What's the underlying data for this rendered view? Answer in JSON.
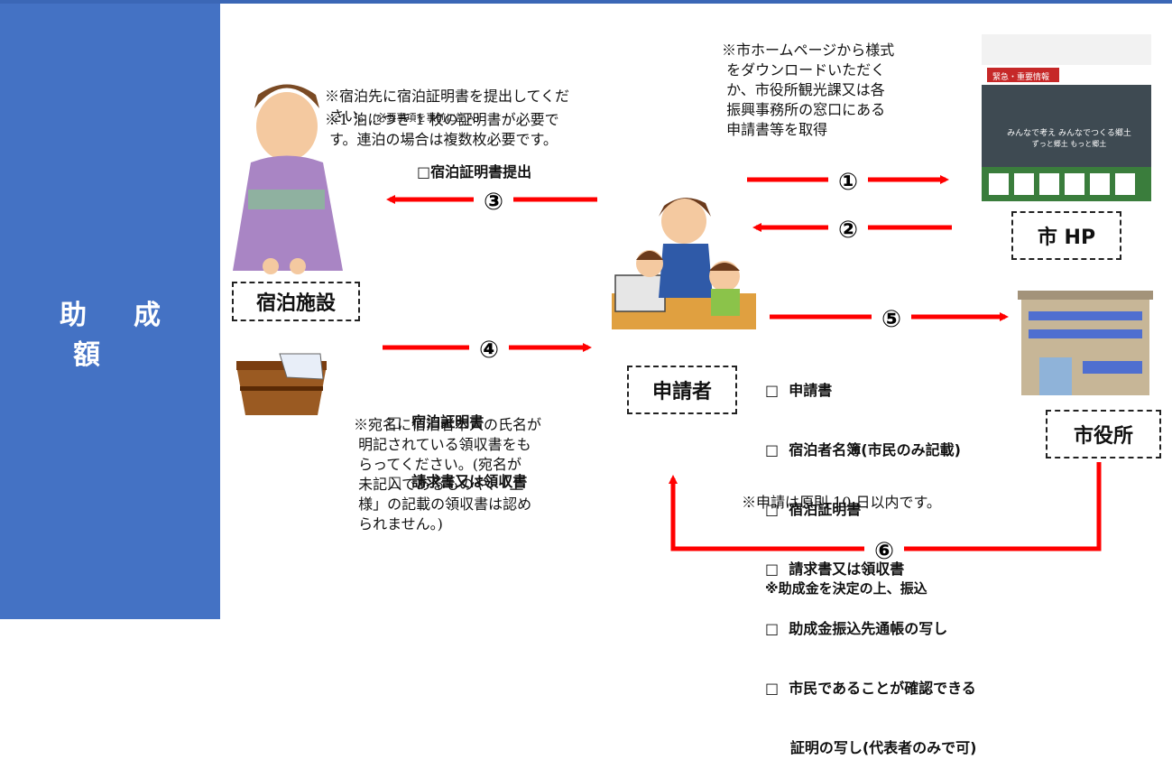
{
  "sidebar": {
    "label": "助成額"
  },
  "nodes": {
    "facility": "宿泊施設",
    "applicant": "申請者",
    "hp": "市 HP",
    "city_hall": "市役所"
  },
  "steps": {
    "s1": "①",
    "s2": "②",
    "s3": "③",
    "s4": "④",
    "s5": "⑤",
    "s6": "⑥"
  },
  "notes": {
    "facility_note_1a": "※宿泊先に宿泊証明書を提出してくだ",
    "facility_note_1b": "さい。",
    "facility_note_1c": "(必要事項を事前に記入)",
    "facility_note_2": "※1 泊につき 1 枚の証明書が必要で\n す。連泊の場合は複数枚必要です。",
    "facility_submit": "□宿泊証明書提出",
    "hp_note": "※市ホームページから様式\n をダウンロードいただく\n か、市役所観光課又は各\n 振興事務所の窓口にある\n 申請書等を取得",
    "receipt_items": [
      "□  宿泊証明書",
      "□  請求書又は領収書"
    ],
    "receipt_note": "※宛名に宿泊者本人の氏名が\n 明記されている領収書をも\n らってください。(宛名が\n 未記入であるものや、「上\n 様」の記載の領収書は認め\n られません。)",
    "application_items": [
      "□  申請書",
      "□  宿泊者名簿(市民のみ記載)",
      "□  宿泊証明書",
      "□  請求書又は領収書",
      "□  助成金振込先通帳の写し",
      "□  市民であることが確認できる",
      "     証明の写し(代表者のみで可)"
    ],
    "deadline": "※申請は原則 10 日以内です。",
    "payment": "※助成金を決定の上、振込"
  },
  "hp_thumbnail": {
    "banner": "緊急・重要情報",
    "caption_1": "みんなで考え みんなでつくる郷土",
    "caption_2": "ずっと郷土 もっと郷土"
  },
  "colors": {
    "arrow": "#ff0000",
    "sidebar": "#4472c4"
  }
}
